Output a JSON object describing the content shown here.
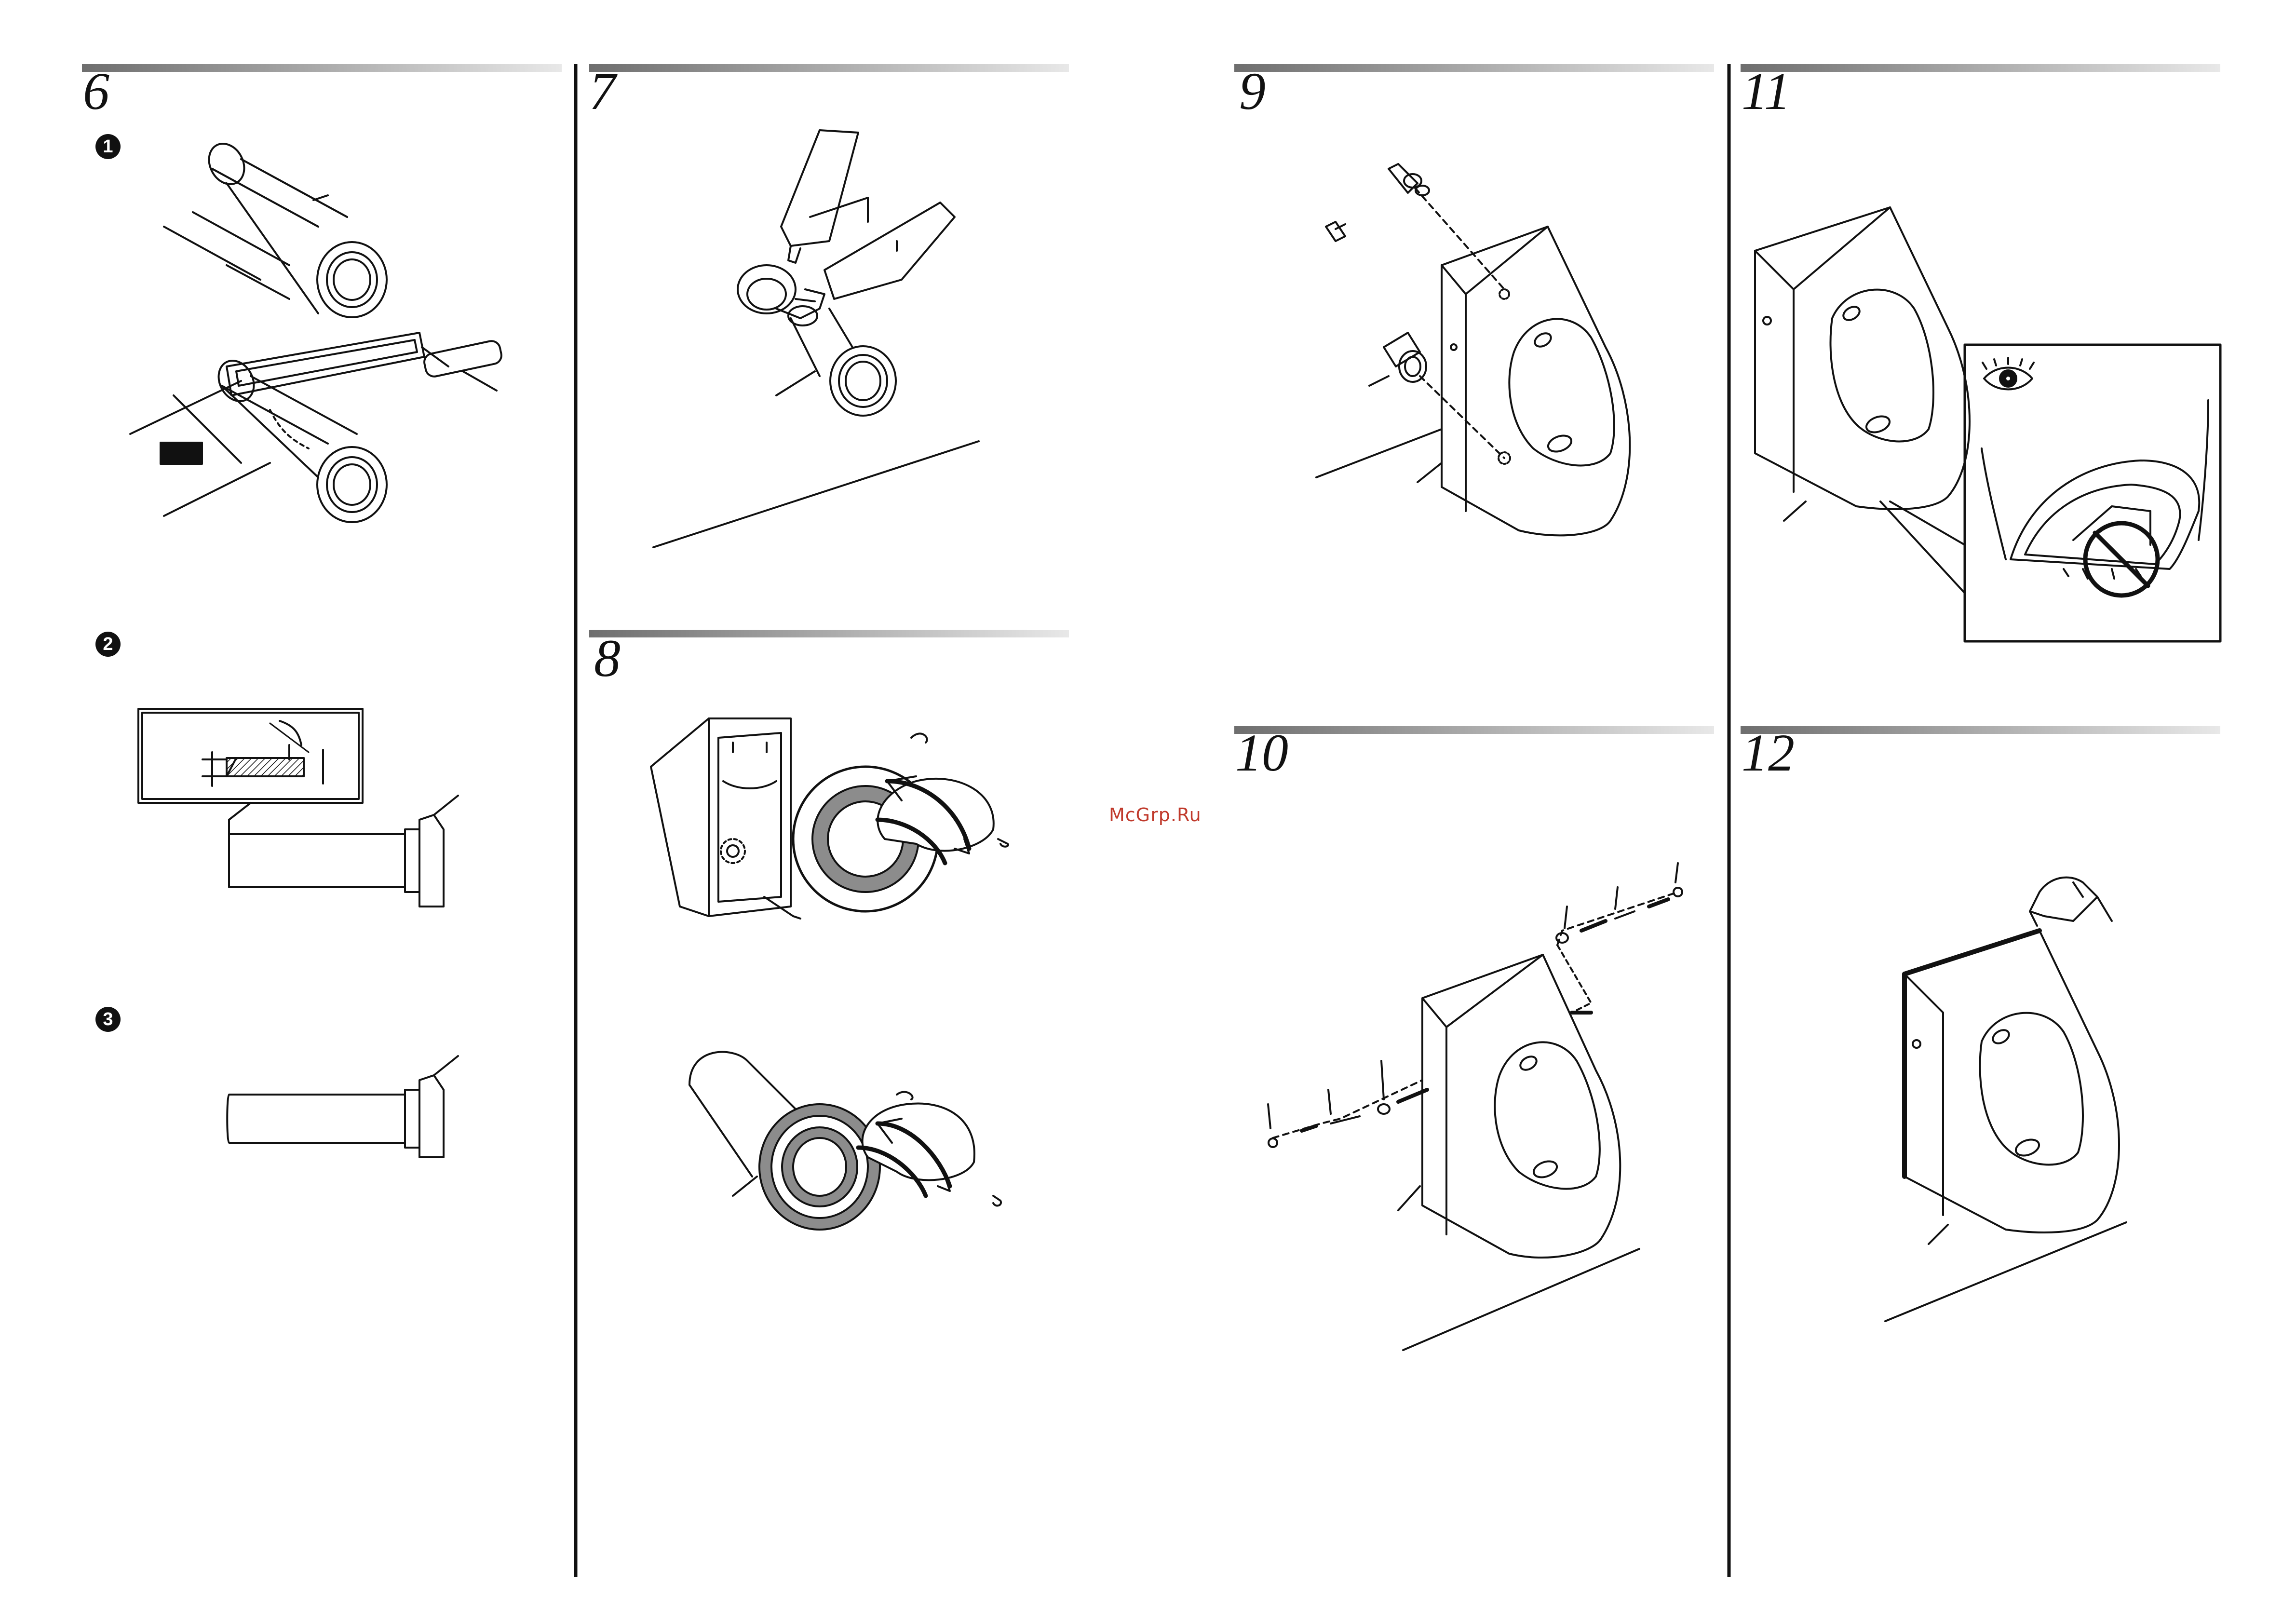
{
  "steps": {
    "s6": "6",
    "s7": "7",
    "s8": "8",
    "s9": "9",
    "s10": "10",
    "s11": "11",
    "s12": "12"
  },
  "substeps": {
    "one": "1",
    "two": "2",
    "three": "3"
  },
  "watermark": "McGrp.Ru",
  "colors": {
    "ink": "#111111",
    "gasket_gray": "#8c8c8c",
    "watermark": "#c0392b"
  }
}
